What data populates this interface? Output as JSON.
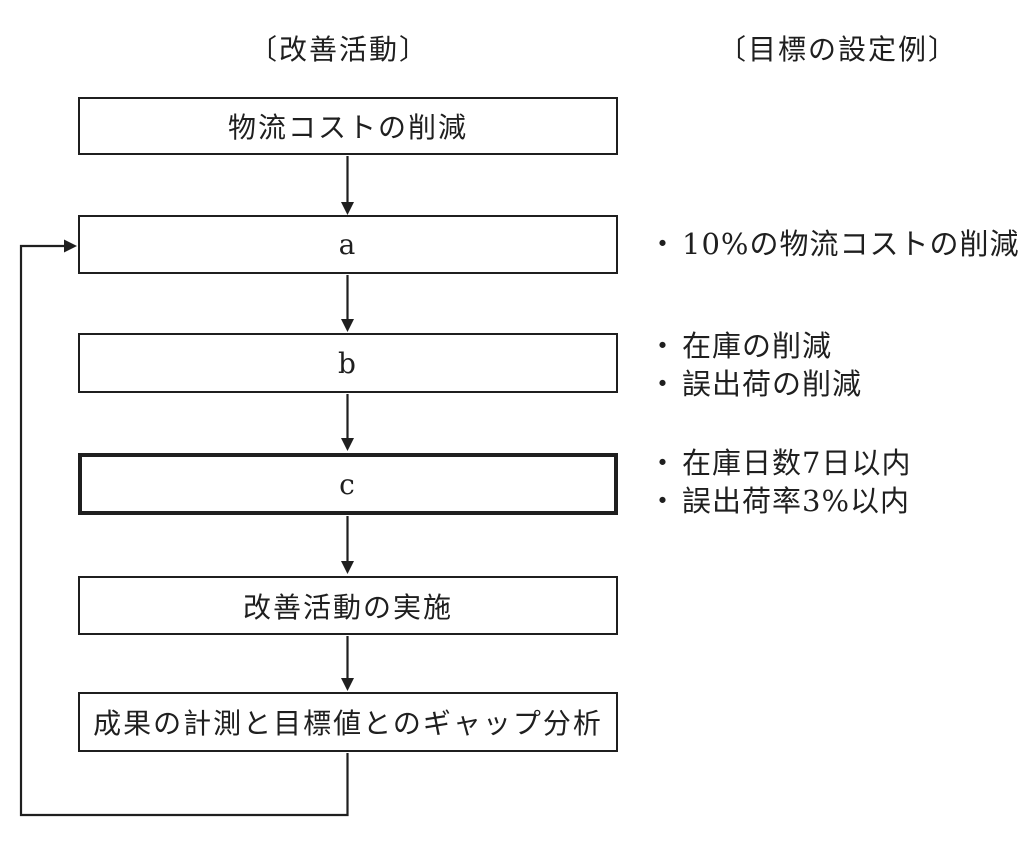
{
  "colors": {
    "background": "#ffffff",
    "ink": "#1f1f1f"
  },
  "headers": {
    "activities": "〔改善活動〕",
    "goals": "〔目標の設定例〕"
  },
  "flow": {
    "boxes": [
      {
        "label": "物流コストの削減",
        "emphasized": false
      },
      {
        "label": "a",
        "emphasized": false
      },
      {
        "label": "b",
        "emphasized": false
      },
      {
        "label": "c",
        "emphasized": true
      },
      {
        "label": "改善活動の実施",
        "emphasized": false
      },
      {
        "label": "成果の計測と目標値とのギャップ分析",
        "emphasized": false
      }
    ],
    "direction": "top-to-bottom",
    "feedback_loop": "from bottom box back to box a"
  },
  "annotations": {
    "bullet": "・",
    "groups": [
      {
        "aligned_with": "a",
        "items": [
          "10%の物流コストの削減"
        ]
      },
      {
        "aligned_with": "b",
        "items": [
          "在庫の削減",
          "誤出荷の削減"
        ]
      },
      {
        "aligned_with": "c",
        "items": [
          "在庫日数7日以内",
          "誤出荷率3%以内"
        ]
      }
    ]
  }
}
